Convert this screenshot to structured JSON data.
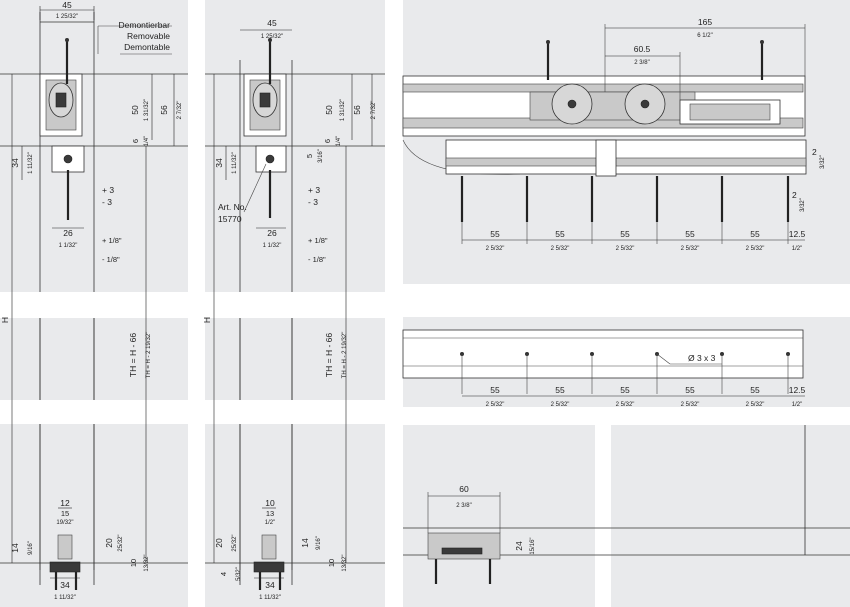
{
  "colors": {
    "background": "#ffffff",
    "panel": "#e9eaec",
    "line": "#333333",
    "text": "#222222"
  },
  "left_view": {
    "top_width": "45",
    "top_width_in": "1 25/32\"",
    "removable_note": [
      "Demontierbar",
      "Removable",
      "Demontable"
    ],
    "dim_50": "50",
    "dim_50_in": "1 31/32\"",
    "dim_56": "56",
    "dim_56_in": "2 7/32\"",
    "dim_6": "6",
    "dim_6_in": "1/4\"",
    "dim_34": "34",
    "dim_34_in": "1 11/32\"",
    "adj_plus": "+ 3",
    "adj_minus": "- 3",
    "adj_plus_in": "+ 1/8\"",
    "adj_minus_in": "- 1/8\"",
    "dim_26": "26",
    "dim_26_in": "1 1/32\"",
    "h_label": "H",
    "th_label": "TH = H - 66",
    "th_label_in": "TH = H - 2 19/32\"",
    "bottom_12": "12",
    "bottom_15": "15",
    "bottom_15_in": "19/32\"",
    "bottom_20": "20",
    "bottom_20_in": "25/32\"",
    "bottom_14": "14",
    "bottom_14_in": "9/16\"",
    "bottom_10": "10",
    "bottom_10_in": "13/32\"",
    "bottom_34": "34",
    "bottom_34_in": "1 11/32\""
  },
  "middle_view": {
    "top_width": "45",
    "top_width_in": "1 25/32\"",
    "dim_50": "50",
    "dim_50_in": "1 31/32\"",
    "dim_56": "56",
    "dim_56_in": "2 7/32\"",
    "dim_6": "6",
    "dim_6_in": "1/4\"",
    "dim_5": "5",
    "dim_5_in": "3/16\"",
    "dim_34": "34",
    "dim_34_in": "1 11/32\"",
    "adj_plus": "+ 3",
    "adj_minus": "- 3",
    "adj_plus_in": "+ 1/8\"",
    "adj_minus_in": "- 1/8\"",
    "art_no_label": "Art. No.",
    "art_no": "15770",
    "dim_26": "26",
    "dim_26_in": "1 1/32\"",
    "h_label": "H",
    "th_label": "TH = H - 66",
    "th_label_in": "TH = H - 2 19/32\"",
    "bottom_10": "10",
    "bottom_13": "13",
    "bottom_13_in": "1/2\"",
    "bottom_20": "20",
    "bottom_20_in": "25/32\"",
    "bottom_14": "14",
    "bottom_14_in": "9/16\"",
    "bottom_4": "4",
    "bottom_4_in": "5/32\"",
    "bottom_34": "34",
    "bottom_34_in": "1 11/32\"",
    "bottom_10r": "10",
    "bottom_10r_in": "13/32\""
  },
  "top_right_view": {
    "overall": "165",
    "overall_in": "6 1/2\"",
    "half": "60.5",
    "half_in": "2 3/8\"",
    "spacing": [
      "55",
      "55",
      "55",
      "55",
      "55",
      "12.5"
    ],
    "spacing_in": [
      "2 5/32\"",
      "2 5/32\"",
      "2 5/32\"",
      "2 5/32\"",
      "2 5/32\"",
      "1/2\""
    ],
    "side_2a": "2",
    "side_2a_in": "3/32\"",
    "side_2b": "2",
    "side_2b_in": "3/32\""
  },
  "middle_right_view": {
    "drill_note": "Ø 3 x 3",
    "spacing": [
      "55",
      "55",
      "55",
      "55",
      "55",
      "12.5"
    ],
    "spacing_in": [
      "2 5/32\"",
      "2 5/32\"",
      "2 5/32\"",
      "2 5/32\"",
      "2 5/32\"",
      "1/2\""
    ]
  },
  "bottom_right_view": {
    "guide_width": "60",
    "guide_width_in": "2 3/8\"",
    "guide_height": "24",
    "guide_height_in": "15/16\""
  }
}
